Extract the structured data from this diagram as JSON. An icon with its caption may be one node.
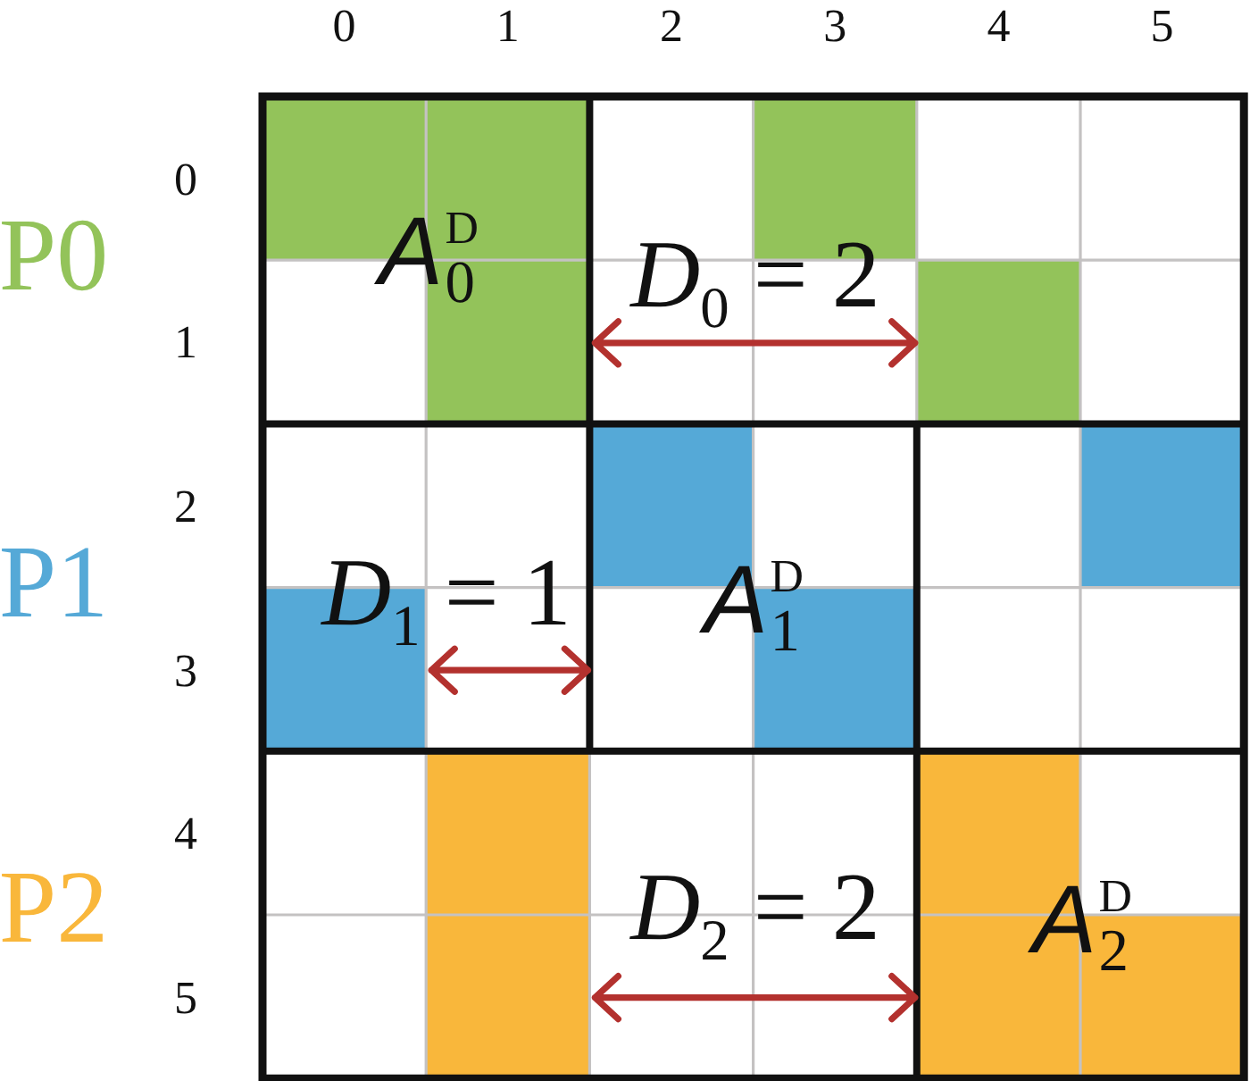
{
  "diagram": {
    "labels": [
      "0",
      "1",
      "2",
      "3",
      "4",
      "5",
      "P0",
      "0",
      "1",
      "*A*$_{0}$$^{D}$",
      "*D*$_{0}$ = 2",
      "P1",
      "2",
      "3",
      "*D*$_{1}$ = 1",
      "*A*$_{1}$$^{D}$",
      "P2",
      "4",
      "5",
      "*D*$_{2}$ = 2",
      "*A*$_{2}$$^{D}$"
    ]
  }
}
